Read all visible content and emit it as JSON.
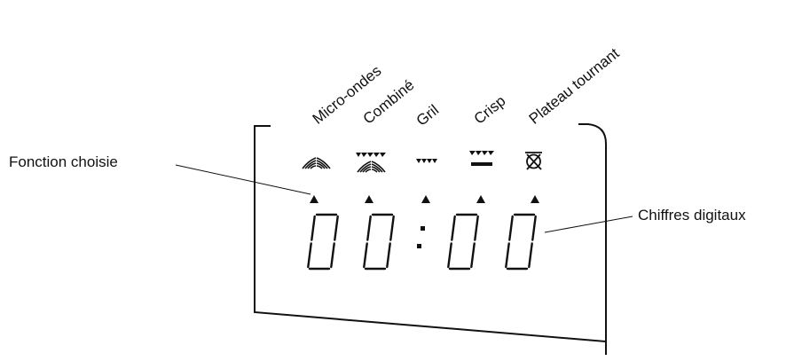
{
  "functions": [
    {
      "label": "Micro-ondes",
      "icon": "microwave-waves-icon"
    },
    {
      "label": "Combiné",
      "icon": "combined-grill-waves-icon"
    },
    {
      "label": "Gril",
      "icon": "grill-icon"
    },
    {
      "label": "Crisp",
      "icon": "crisp-icon"
    },
    {
      "label": "Plateau tournant",
      "icon": "turntable-off-icon"
    }
  ],
  "callouts": {
    "selected_function": "Fonction choisie",
    "digits": "Chiffres digitaux"
  },
  "display": {
    "digits": [
      "0",
      "0",
      "0",
      "0"
    ],
    "separator": ":"
  },
  "colors": {
    "ink": "#111111",
    "background": "#ffffff"
  }
}
